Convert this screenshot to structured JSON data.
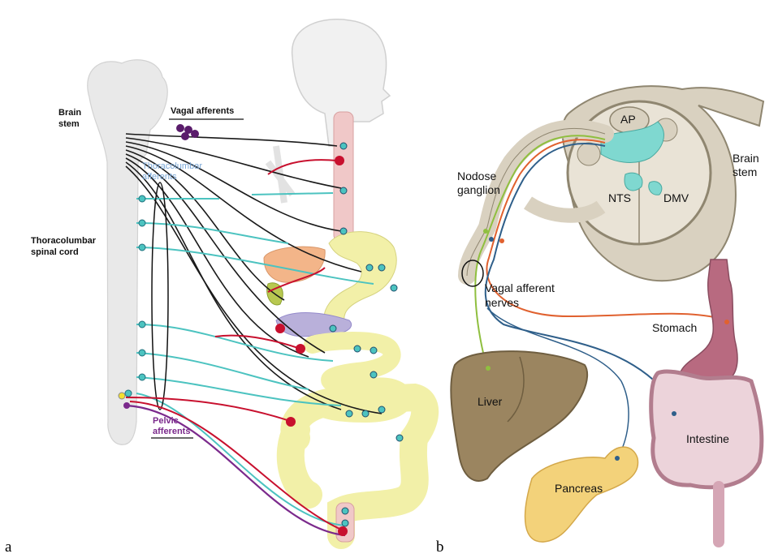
{
  "panel_a": {
    "letter": "a",
    "labels": {
      "brain_stem": "Brain\nstem",
      "vagal_afferents": "Vagal afferents",
      "thoracolumbar_afferents": "Thoracolumbar\nafferents",
      "thoracolumbar_spinal_cord": "Thoracolumbar\nspinal cord",
      "pelvic_afferents": "Pelvic\nafferents"
    }
  },
  "panel_b": {
    "letter": "b",
    "labels": {
      "ap": "AP",
      "nts": "NTS",
      "dmv": "DMV",
      "brain_stem": "Brain\nstem",
      "nodose_ganglion": "Nodose\nganglion",
      "vagal_afferent_nerves": "Vagal afferent\nnerves",
      "stomach": "Stomach",
      "liver": "Liver",
      "intestine": "Intestine",
      "pancreas": "Pancreas"
    }
  },
  "colors": {
    "vagal": "#1a1a1a",
    "thoracolumbar": "#4cc3c0",
    "pelvic": "#7b2a8c",
    "efferent_red": "#c8102e",
    "gut_yellow": "#f2f0a8",
    "liver_orange": "#f3b589",
    "nts_teal": "#7fd8d0",
    "brainstem_beige": "#d9d1c0",
    "liver_b": "#9b8560",
    "pancreas_b": "#f3d27a",
    "stomach_b": "#b86a80",
    "intestine_b": "#d5a6b5",
    "nerve_green": "#8fbf3f",
    "nerve_orange": "#e0612f",
    "nerve_blue": "#2f5f8a"
  }
}
